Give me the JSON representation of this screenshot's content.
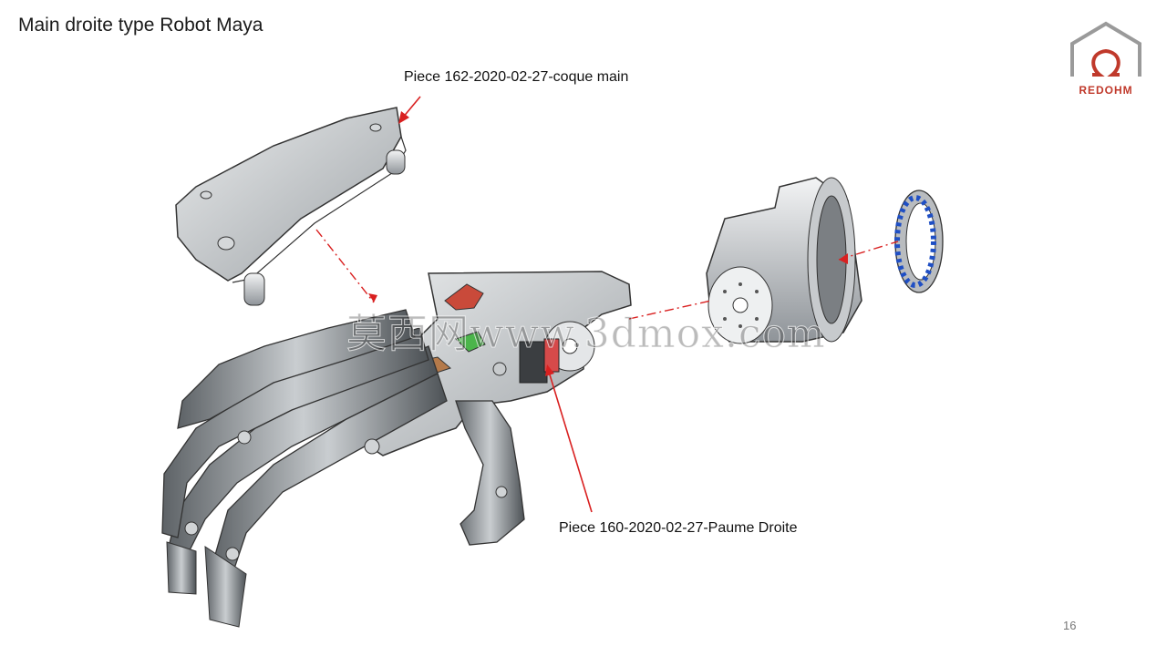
{
  "slide": {
    "title": "Main droite type Robot Maya",
    "page_number": "16"
  },
  "labels": {
    "top_part": "Piece 162-2020-02-27-coque main",
    "bottom_part": "Piece 160-2020-02-27-Paume Droite"
  },
  "logo": {
    "text": "REDOHM",
    "color": "#c0392b"
  },
  "watermark": {
    "text": "莫西网www.3dmox.com"
  },
  "colors": {
    "arrow_red": "#d92020",
    "part_grey": "#bfc3c6",
    "bearing_blue": "#1f4fc4"
  }
}
